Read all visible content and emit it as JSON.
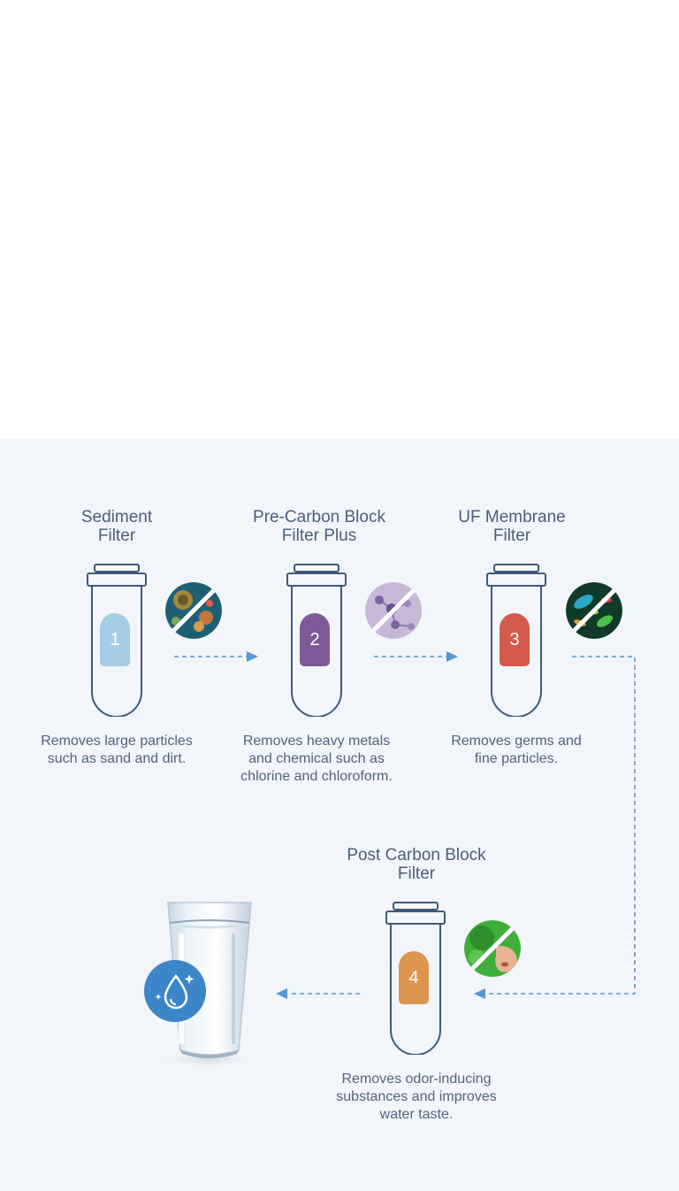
{
  "stages": [
    {
      "title_line1": "Sediment",
      "title_line2": "Filter",
      "number": "1",
      "desc_line1": "Removes large particles",
      "desc_line2": "such as sand and dirt.",
      "desc_line3": "",
      "badge_color": "#a6cde6",
      "icon": "particles-icon"
    },
    {
      "title_line1": "Pre-Carbon Block",
      "title_line2": "Filter Plus",
      "number": "2",
      "desc_line1": "Removes heavy metals",
      "desc_line2": "and chemical such as",
      "desc_line3": "chlorine and chloroform.",
      "badge_color": "#7d5a97",
      "icon": "molecule-icon"
    },
    {
      "title_line1": "UF Membrane",
      "title_line2": "Filter",
      "number": "3",
      "desc_line1": "Removes germs and",
      "desc_line2": "fine particles.",
      "desc_line3": "",
      "badge_color": "#d35a4c",
      "icon": "germs-icon"
    },
    {
      "title_line1": "Post Carbon Block",
      "title_line2": "Filter",
      "number": "4",
      "desc_line1": "Removes odor-inducing",
      "desc_line2": "substances and improves",
      "desc_line3": "water taste.",
      "badge_color": "#dc964e",
      "icon": "odor-nose-icon"
    }
  ],
  "colors": {
    "outline": "#3d5a7c",
    "arrow": "#5897d2",
    "panel": "#f2f5fa",
    "drop_badge": "#3c85c9"
  }
}
